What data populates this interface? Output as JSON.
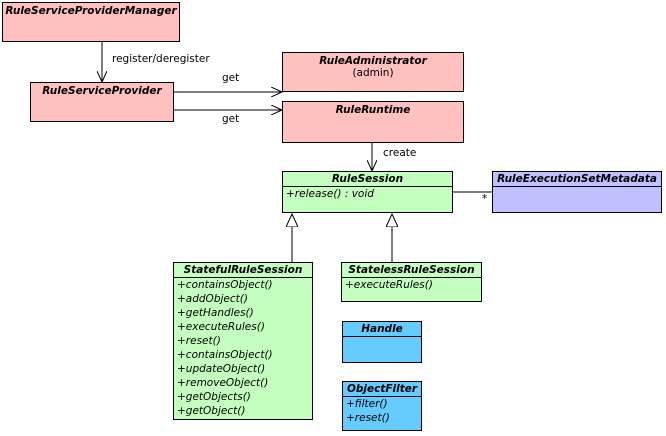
{
  "classes": {
    "manager": {
      "name": "RuleServiceProviderManager"
    },
    "provider": {
      "name": "RuleServiceProvider"
    },
    "administrator": {
      "name": "RuleAdministrator",
      "stereotype": "(admin)"
    },
    "runtime": {
      "name": "RuleRuntime"
    },
    "session": {
      "name": "RuleSession",
      "ops": [
        "+release() : void"
      ]
    },
    "metadata": {
      "name": "RuleExecutionSetMetadata"
    },
    "stateful": {
      "name": "StatefulRuleSession",
      "ops": [
        "+containsObject()",
        "+addObject()",
        "+getHandles()",
        "+executeRules()",
        "+reset()",
        "+containsObject()",
        "+updateObject()",
        "+removeObject()",
        "+getObjects()",
        "+getObject()"
      ]
    },
    "stateless": {
      "name": "StatelessRuleSession",
      "ops": [
        "+executeRules()"
      ]
    },
    "handle": {
      "name": "Handle"
    },
    "filter": {
      "name": "ObjectFilter",
      "ops": [
        "+filter()",
        "+reset()"
      ]
    }
  },
  "edges": {
    "register": "register/deregister",
    "get_admin": "get",
    "get_runtime": "get",
    "create": "create",
    "multiplicity": "*"
  },
  "colors": {
    "pink": "#ffc0c0",
    "green": "#c4ffc0",
    "violet": "#c0c0ff",
    "cyan": "#66ccff"
  }
}
